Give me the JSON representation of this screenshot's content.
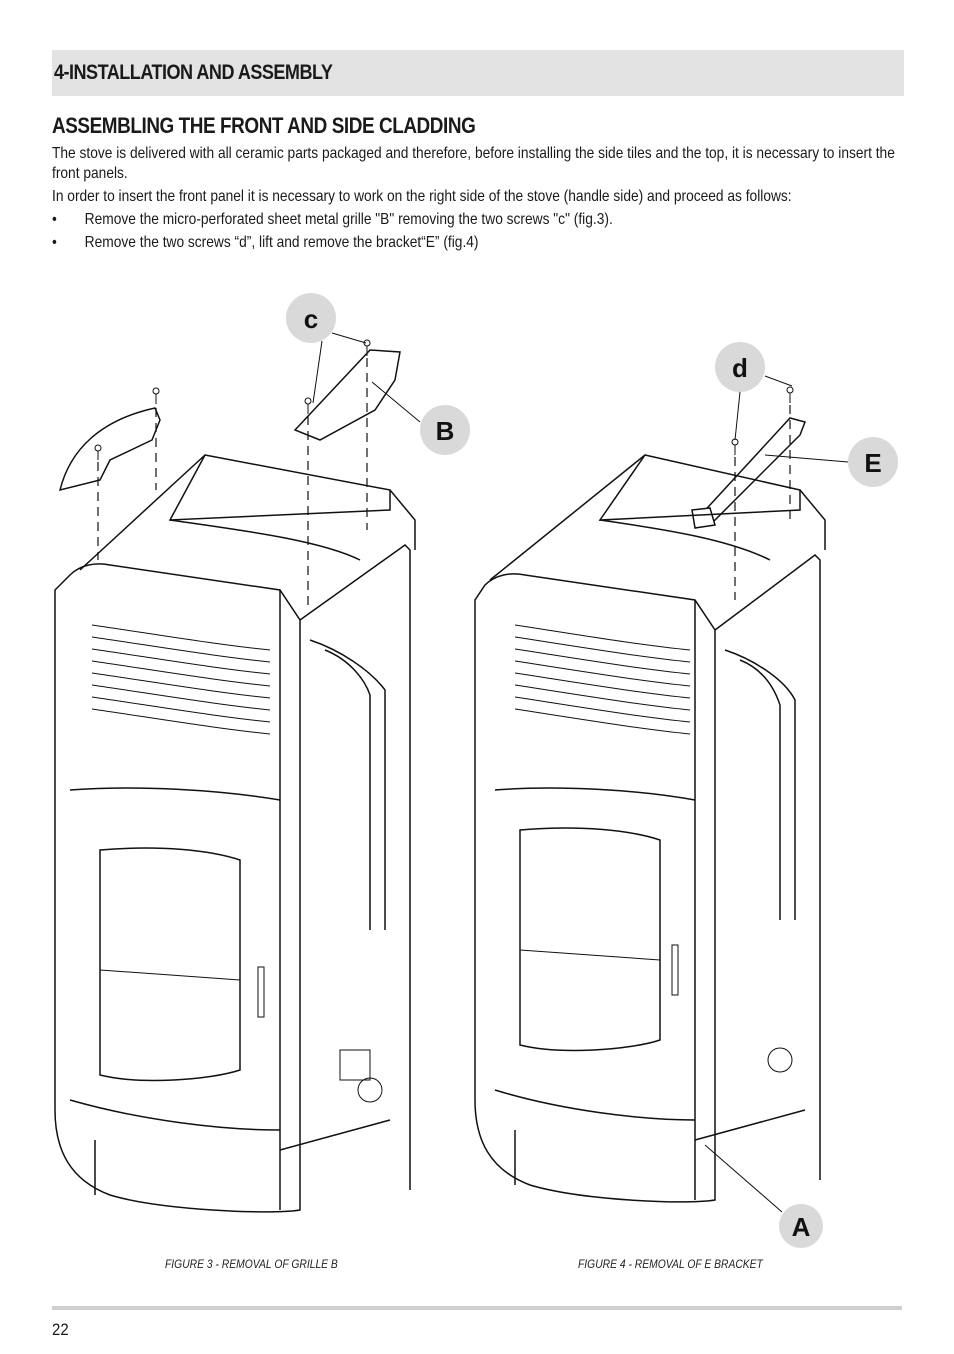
{
  "section": {
    "title": "4-INSTALLATION AND ASSEMBLY"
  },
  "subsection": {
    "title": "ASSEMBLING THE FRONT AND SIDE CLADDING"
  },
  "paragraphs": [
    "The stove is delivered with all ceramic parts packaged and therefore, before installing the side tiles and the top, it is necessary to insert the front panels.",
    "In order to insert the front panel it is necessary to work on the right side of the stove (handle side) and proceed as follows:"
  ],
  "bullets": [
    {
      "marker": "•",
      "text": "Remove the micro-perforated sheet metal grille \"B\" removing the two screws \"c\" (fig.3)."
    },
    {
      "marker": "•",
      "text": "Remove the two screws “d”, lift and remove the bracket“E” (fig.4)"
    }
  ],
  "figures": [
    {
      "caption": "FIGURE 3 - REMOVAL OF GRILLE B",
      "callouts": [
        "c",
        "B"
      ]
    },
    {
      "caption": "FIGURE 4 - REMOVAL OF E BRACKET",
      "callouts": [
        "d",
        "E",
        "A"
      ]
    }
  ],
  "footer": {
    "page_number": "22"
  },
  "colors": {
    "section_bar": "#e3e3e3",
    "callout_circle": "#d9d9d9",
    "rule": "#cfcfcf"
  }
}
